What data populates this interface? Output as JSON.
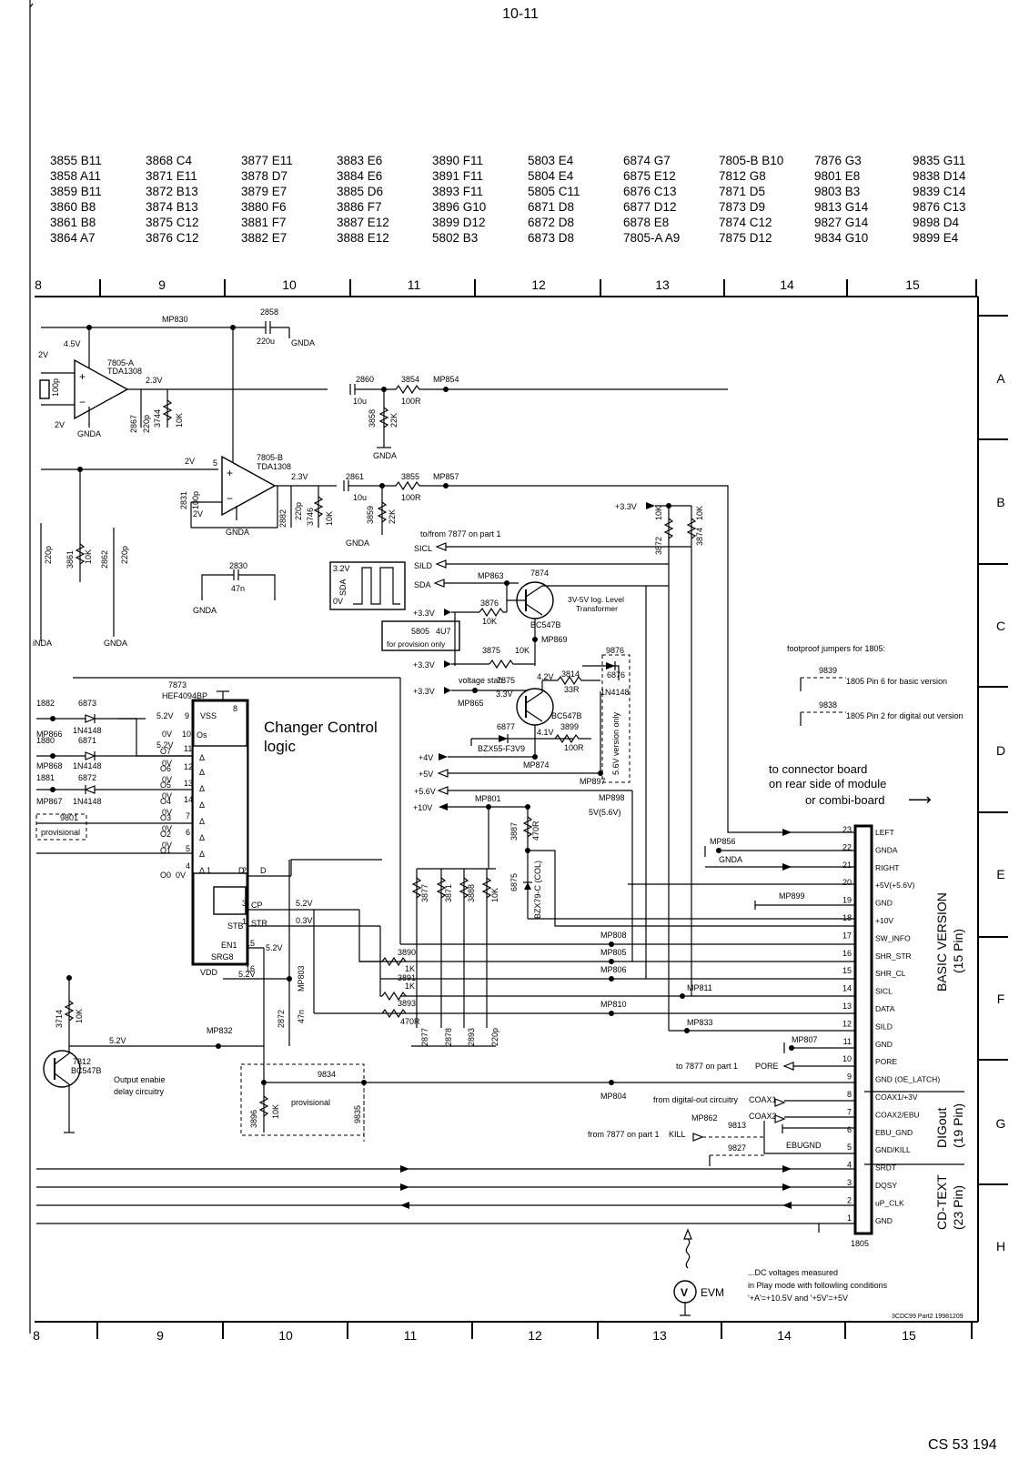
{
  "page": {
    "number": "10-11",
    "code": "CS 53 194",
    "footnote": "3CDC99 Part2 19981209"
  },
  "parts_table": [
    [
      "3855 B11",
      "3858 A11",
      "3859 B11",
      "3860 B8",
      "3861 B8",
      "3864 A7"
    ],
    [
      "3868 C4",
      "3871 E11",
      "3872 B13",
      "3874 B13",
      "3875 C12",
      "3876 C12"
    ],
    [
      "3877 E11",
      "3878 D7",
      "3879 E7",
      "3880 F6",
      "3881 F7",
      "3882 E7"
    ],
    [
      "3883 E6",
      "3884 E6",
      "3885 D6",
      "3886 F7",
      "3887 E12",
      "3888 E12"
    ],
    [
      "3890 F11",
      "3891 F11",
      "3893 F11",
      "3896 G10",
      "3899 D12",
      "5802 B3"
    ],
    [
      "5803 E4",
      "5804 E4",
      "5805 C11",
      "6871 D8",
      "6872 D8",
      "6873 D8"
    ],
    [
      "6874 G7",
      "6875 E12",
      "6876 C13",
      "6877 D12",
      "6878 E8",
      "7805-A A9"
    ],
    [
      "7805-B B10",
      "7812 G8",
      "7871 D5",
      "7873 D9",
      "7874 C12",
      "7875 D12"
    ],
    [
      "7876 G3",
      "9801 E8",
      "9803 B3",
      "9813 G14",
      "9827 G14",
      "9834 G10"
    ],
    [
      "9835 G11",
      "9838 D14",
      "9839 C14",
      "9876 C13",
      "9898 D4",
      "9899 E4"
    ]
  ],
  "grid": {
    "columns": [
      "8",
      "9",
      "10",
      "11",
      "12",
      "13",
      "14",
      "15"
    ],
    "rows": [
      "A",
      "B",
      "C",
      "D",
      "E",
      "F",
      "G",
      "H"
    ]
  },
  "labels": {
    "changer_title": "Changer Control",
    "changer_sub": "logic",
    "connector_note_1": "to connector board",
    "connector_note_2": "on  rear side of module",
    "connector_note_3": "or combi-board",
    "connector_arrow": "⟶",
    "basic_version": "BASIC VERSION",
    "basic_pins": "(15 Pin)",
    "digout": "DIGout",
    "digout_pins": "(19 Pin)",
    "cdtext": "CD-TEXT",
    "cdtext_pins": "(23 Pin)",
    "connector_ref": "1805",
    "footproof": "footproof jumpers for 1805:",
    "j9839": "9839",
    "j9839_text": "1805 Pin 6   for basic version",
    "j9838": "9838",
    "j9838_text": "1805 Pin 2   for digital out version",
    "dc_note_1": "...DC voltages measured",
    "dc_note_2": "in Play mode with followling conditions",
    "dc_note_3": "'+A'=+10.5V and '+5V'=+5V",
    "evm": "EVM",
    "volt": "V",
    "output_enable_1": "Output enabie",
    "output_enable_2": "delay circuitry",
    "provisional": "provisional",
    "provision_only": "for provision only",
    "level_1": "3V-5V log. Level",
    "level_2": "Transformer",
    "voltage_stab": "voltage stab.",
    "v56_only": "5.6V version only",
    "tofrom": "to/from 7877 on part 1",
    "to7877_pore": "to 7877 on part 1",
    "from7877_kill": "from 7877 on part 1",
    "from_digital": "from digital-out circuitry"
  },
  "components": {
    "ic7805a": [
      "7805-A",
      "TDA1308"
    ],
    "ic7805b": [
      "7805-B",
      "TDA1308"
    ],
    "ic7873": [
      "7873",
      "HEF4094BP"
    ],
    "t7874": [
      "7874",
      "BC547B"
    ],
    "t7875": [
      "7875",
      "BC547B"
    ],
    "t7812": [
      "7812",
      "BC547B"
    ],
    "zener6877": "BZX55-F3V9",
    "zener6875": "BZX79-C (COL)"
  },
  "connector_pins": [
    {
      "n": "23",
      "label": "LEFT"
    },
    {
      "n": "22",
      "label": "GNDA"
    },
    {
      "n": "21",
      "label": "RIGHT"
    },
    {
      "n": "20",
      "label": "+5V(+5.6V)"
    },
    {
      "n": "19",
      "label": "GND"
    },
    {
      "n": "18",
      "label": "+10V"
    },
    {
      "n": "17",
      "label": "SW_INFO"
    },
    {
      "n": "16",
      "label": "SHR_STR"
    },
    {
      "n": "15",
      "label": "SHR_CL"
    },
    {
      "n": "14",
      "label": "SICL"
    },
    {
      "n": "13",
      "label": "DATA"
    },
    {
      "n": "12",
      "label": "SILD"
    },
    {
      "n": "11",
      "label": "GND"
    },
    {
      "n": "10",
      "label": "PORE"
    },
    {
      "n": "9",
      "label": "GND (OE_LATCH)"
    },
    {
      "n": "8",
      "label": "COAX1/+3V"
    },
    {
      "n": "7",
      "label": "COAX2/EBU"
    },
    {
      "n": "6",
      "label": "EBU_GND"
    },
    {
      "n": "5",
      "label": "GND/KILL"
    },
    {
      "n": "4",
      "label": "SRDT"
    },
    {
      "n": "3",
      "label": "DQSY"
    },
    {
      "n": "2",
      "label": "uP_CLK"
    },
    {
      "n": "1",
      "label": "GND"
    }
  ],
  "shift_outputs": [
    {
      "pin": "11",
      "name": "O7",
      "v": "5.2V"
    },
    {
      "pin": "12",
      "name": "O6",
      "v": "0V"
    },
    {
      "pin": "13",
      "name": "O5",
      "v": "0V"
    },
    {
      "pin": "14",
      "name": "O4",
      "v": "0V"
    },
    {
      "pin": "7",
      "name": "O3",
      "v": "0V"
    },
    {
      "pin": "6",
      "name": "O2",
      "v": "0V"
    },
    {
      "pin": "5",
      "name": "O1",
      "v": "0V"
    },
    {
      "pin": "4",
      "name": "O0",
      "v": "0V"
    }
  ],
  "nets": {
    "mp830": "MP830",
    "mp854": "MP854",
    "mp857": "MP857",
    "mp863": "MP863",
    "mp869": "MP869",
    "mp865": "MP865",
    "mp874": "MP874",
    "mp897": "MP897",
    "mp898": "MP898",
    "mp801": "MP801",
    "mp856": "MP856",
    "mp899": "MP899",
    "mp808": "MP808",
    "mp805": "MP805",
    "mp806": "MP806",
    "mp811": "MP811",
    "mp810": "MP810",
    "mp833": "MP833",
    "mp807": "MP807",
    "mp804": "MP804",
    "mp862": "MP862",
    "mp832": "MP832",
    "mp803": "MP803",
    "mp866": "MP866",
    "mp868": "MP868",
    "mp867": "MP867"
  },
  "rails": [
    "+3.3V",
    "+4V",
    "+5V",
    "+5.6V",
    "+10V"
  ],
  "parts": {
    "p2858": "2858",
    "p220u": "220u",
    "p2860": "2860",
    "p10u": "10u",
    "p3854": "3854",
    "p100R": "100R",
    "p3858": "3858",
    "p22K": "22K",
    "p2867": "2867",
    "p220p": "220p",
    "p3744": "3744",
    "p10K": "10K",
    "p2861": "2861",
    "p3855": "3855",
    "p3859": "3859",
    "p2882": "2882",
    "p3746": "3746",
    "p2831": "2831",
    "p100p": "100p",
    "p3861": "3861",
    "p2862": "2862",
    "p2830": "2830",
    "p47n": "47n",
    "p3876": "3876",
    "p5805": "5805",
    "p4U7": "4U7",
    "p3875": "3875",
    "p3814": "3814",
    "p33R": "33R",
    "p6876": "6876",
    "p1N4148": "1N4148",
    "p9876": "9876",
    "p6877": "6877",
    "p3899": "3899",
    "p3872": "3872",
    "p3874": "3874",
    "p3887": "3887",
    "p470R": "470R",
    "p6875": "6875",
    "p3877": "3877",
    "p3871": "3871",
    "p3888": "3888",
    "p3890": "3890",
    "p1K": "1K",
    "p3891": "3891",
    "p3893": "3893",
    "p2877": "2877",
    "p2878": "2878",
    "p2893": "2893",
    "p2872": "2872",
    "p3714": "3714",
    "p3896": "3896",
    "p3835": "9835",
    "p9834": "9834",
    "p9813": "9813",
    "p9827": "9827",
    "p1882": "1882",
    "p1880": "1880",
    "p1881": "1881",
    "p6873": "6873",
    "p6871": "6871",
    "p6872": "6872",
    "p9801": "9801"
  },
  "signals": {
    "gnda": "GNDA",
    "gnd": "GND",
    "sicl": "SICL",
    "sild": "SILD",
    "sda": "SDA",
    "d": "D",
    "cp": "CP",
    "str": "STR",
    "stb": "STB",
    "en1": "EN1",
    "srg8": "SRG8",
    "vdd": "VDD",
    "vss": "VSS",
    "os": "Os",
    "pore": "PORE",
    "kill": "KILL",
    "coax1": "COAX1",
    "coax2": "COAX2",
    "ebugnd": "EBUGND",
    "v2": "2V",
    "v45": "4.5V",
    "v23": "2.3V",
    "v52": "5.2V",
    "v03": "0.3V",
    "v0": "0V",
    "v32": "3.2V",
    "v42": "4.2V",
    "v33": "3.3V",
    "v41": "4.1V",
    "v5_56": "5V(5.6V)"
  }
}
